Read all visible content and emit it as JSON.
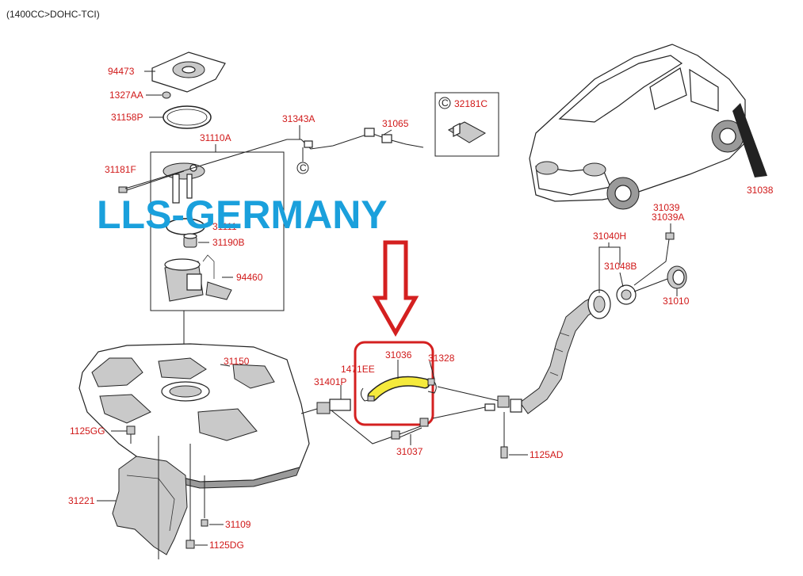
{
  "header": {
    "engine_spec": "(1400CC>DOHC-TCI)"
  },
  "watermark": "LLS-GERMANY",
  "callout": {
    "symbol": "C",
    "label": "32181C"
  },
  "connector_marker": "C",
  "colors": {
    "label_red": "#d01818",
    "highlight_red": "#d42020",
    "hose_yellow": "#f5ea3c",
    "watermark_blue": "#1aa0dc"
  },
  "parts": {
    "p94473": "94473",
    "p1327AA": "1327AA",
    "p31158P": "31158P",
    "p31343A": "31343A",
    "p31065": "31065",
    "p31110A": "31110A",
    "p31181F": "31181F",
    "p31111": "31111",
    "p31190B": "31190B",
    "p94460": "94460",
    "p31150": "31150",
    "p1125GG": "1125GG",
    "p31221": "31221",
    "p31109": "31109",
    "p1125DG": "1125DG",
    "p31401P": "31401P",
    "p1471EE": "1471EE",
    "p31036": "31036",
    "p31328": "31328",
    "p31037": "31037",
    "p1125AD": "1125AD",
    "p31038": "31038",
    "p31039": "31039",
    "p31039A": "31039A",
    "p31040H": "31040H",
    "p31048B": "31048B",
    "p31010": "31010"
  }
}
